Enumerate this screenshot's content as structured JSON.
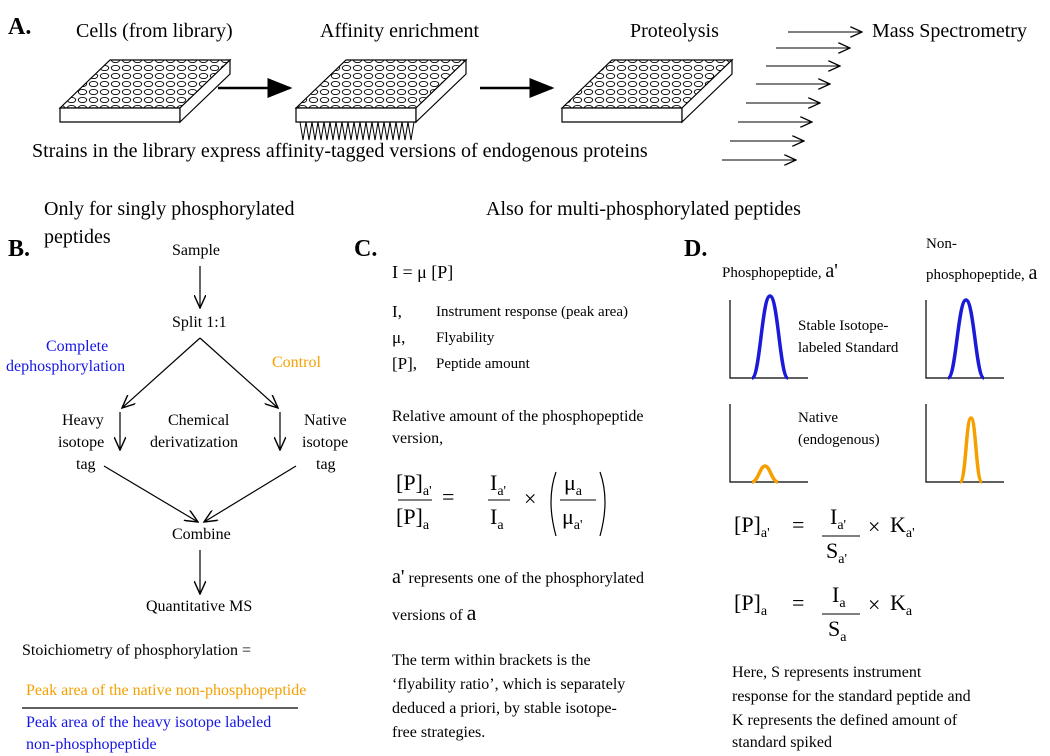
{
  "panel_a": {
    "letter": "A.",
    "step1": "Cells (from library)",
    "step2": "Affinity enrichment",
    "step3": "Proteolysis",
    "step4": "Mass Spectrometry",
    "caption": "Strains in the library express affinity-tagged versions of endogenous proteins"
  },
  "panel_b": {
    "letter": "B.",
    "heading": "Only for singly phosphorylated peptides",
    "heading_line1": "Only for singly phosphorylated",
    "heading_line2": "peptides",
    "sample": "Sample",
    "split": "Split 1:1",
    "left_branch_line1": "Complete",
    "left_branch_line2": "dephosphorylation",
    "right_branch": "Control",
    "heavy_line1": "Heavy",
    "heavy_line2": "isotope",
    "heavy_line3": "tag",
    "chem_line1": "Chemical",
    "chem_line2": "derivatization",
    "native_line1": "Native",
    "native_line2": "isotope",
    "native_line3": "tag",
    "combine": "Combine",
    "quant": "Quantitative MS",
    "stoich_label": "Stoichiometry of phosphorylation =",
    "numerator": "Peak area of the native non-phosphopeptide",
    "denominator_line1": "Peak area of the heavy isotope labeled",
    "denominator_line2": "non-phosphopeptide"
  },
  "panel_c": {
    "letter": "C.",
    "heading": "Also for multi-phosphorylated peptides",
    "eq_main": "I = μ [P]",
    "def1_sym": "I,",
    "def1_text": "Instrument response (peak area)",
    "def2_sym": "μ,",
    "def2_text": "Flyability",
    "def3_sym": "[P],",
    "def3_text": "Peptide amount",
    "relative_line1": "Relative amount of the phosphopeptide",
    "relative_line2": "version,",
    "a_prime_note_pre": "a'",
    "a_prime_note_mid": " represents one of the phosphorylated",
    "a_prime_note_line2": "versions of ",
    "a_prime_note_a": "a",
    "bracket_line1": "The term within brackets is the",
    "bracket_line2": "‘flyability ratio’, which  is separately",
    "bracket_line3": "deduced a priori, by stable isotope-",
    "bracket_line4": "free strategies."
  },
  "panel_d": {
    "letter": "D.",
    "phospho_label": "Phosphopeptide, ",
    "phospho_sym": "a'",
    "nonphospho_line1": "Non-",
    "nonphospho_line2": "phosphopeptide, ",
    "nonphospho_sym": "a",
    "stable_line1": "Stable Isotope-",
    "stable_line2": "labeled Standard",
    "native_line1": "Native",
    "native_line2": "(endogenous)",
    "here_line1": "Here, S represents instrument",
    "here_line2": "response for the standard peptide and",
    "here_line3": "K  represents  the defined amount of",
    "here_line4": "standard spiked"
  },
  "colors": {
    "blue": "#1515e6",
    "orange": "#f5a000",
    "peak_blue": "#1a1ad8",
    "peak_orange": "#f5a000"
  }
}
